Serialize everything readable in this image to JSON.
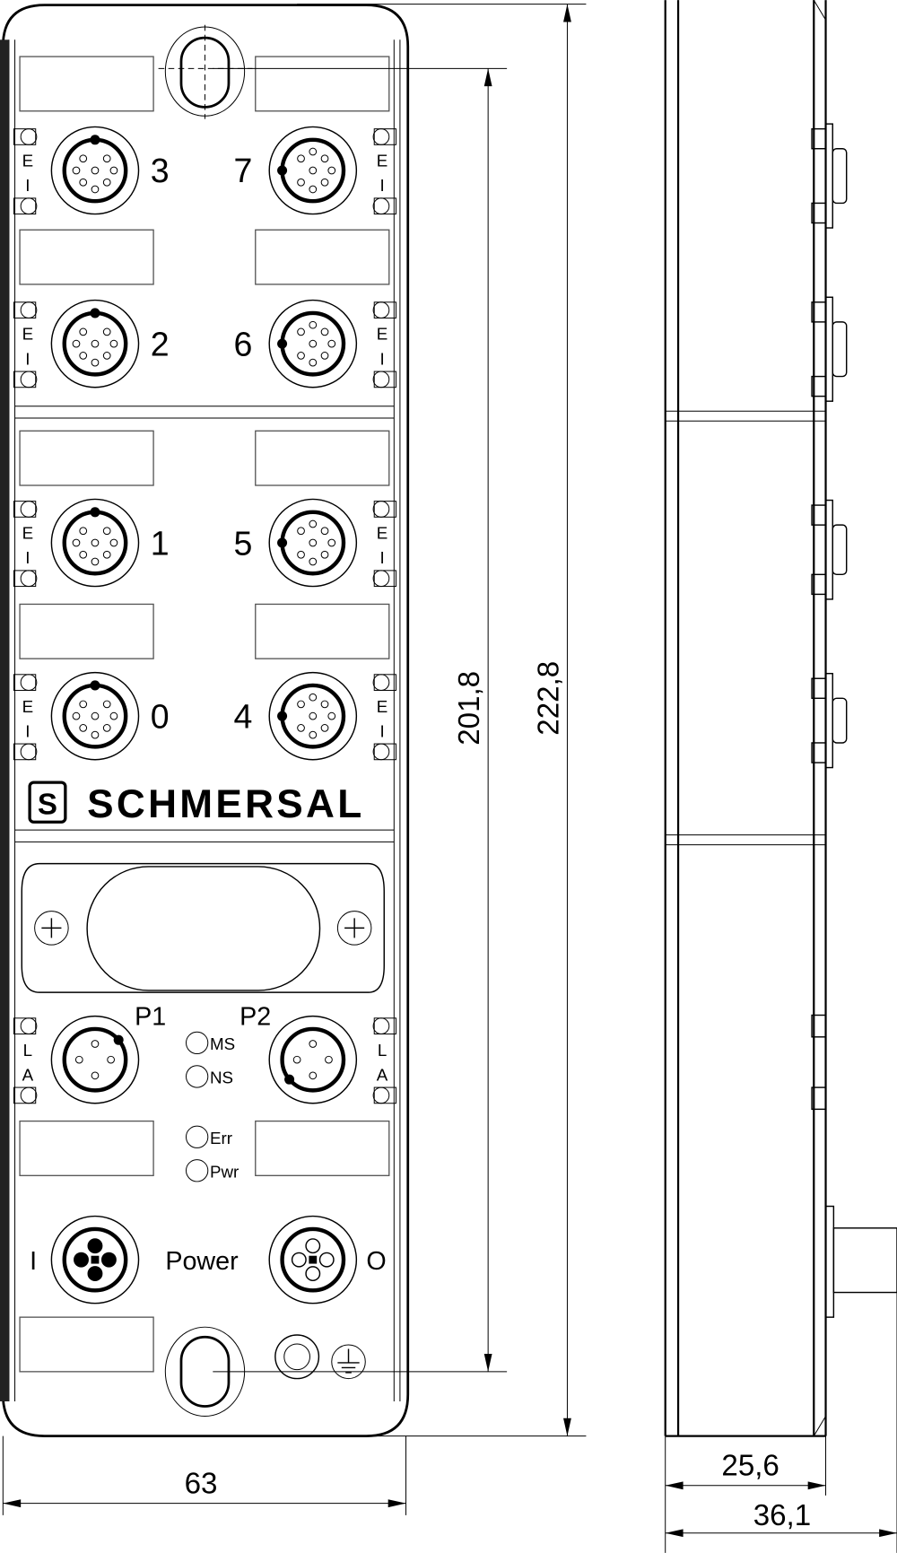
{
  "front": {
    "port_numbers_left": [
      "3",
      "2",
      "1",
      "0"
    ],
    "port_numbers_right": [
      "7",
      "6",
      "5",
      "4"
    ],
    "led_letters": [
      "E",
      "I"
    ],
    "brand": "SCHMERSAL",
    "ethernet_ports": [
      "P1",
      "P2"
    ],
    "ethernet_led_letters": [
      "L",
      "A"
    ],
    "status_leds": [
      "MS",
      "NS",
      "Err",
      "Pwr"
    ],
    "power_label": "Power",
    "power_in": "I",
    "power_out": "O"
  },
  "dimensions": {
    "inner_height": "201,8",
    "total_height": "222,8",
    "width": "63",
    "depth_body": "25,6",
    "depth_total": "36,1"
  }
}
